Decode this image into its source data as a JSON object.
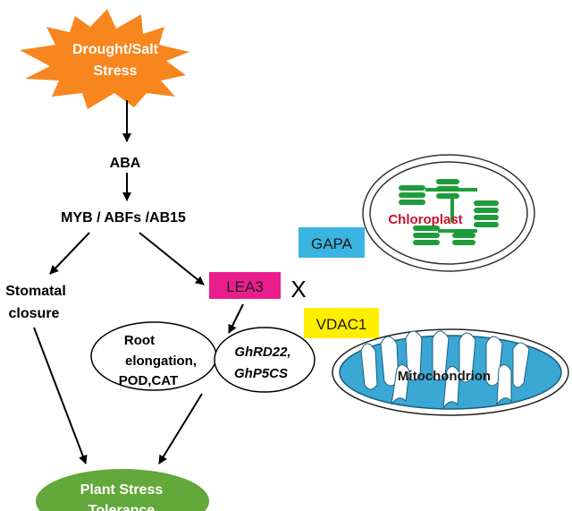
{
  "stress": {
    "line1": "Drought/Salt",
    "line2": "Stress"
  },
  "aba": "ABA",
  "tfs": "MYB / ABFs /AB15",
  "stomatal": {
    "line1": "Stomatal",
    "line2": "closure"
  },
  "lea3": "LEA3",
  "interaction_mark": "X",
  "gapa": "GAPA",
  "vdac1": "VDAC1",
  "chloroplast": "Chloroplast",
  "mitochondrion": "Mitochondrion",
  "root": {
    "line1": "Root",
    "line2": "elongation,",
    "line3": "POD,CAT"
  },
  "genes": {
    "line1": "GhRD22,",
    "line2": "GhP5CS"
  },
  "tolerance": {
    "line1": "Plant Stress",
    "line2": "Tolerance"
  },
  "colors": {
    "stress_fill": "#f7861f",
    "lea3_fill": "#e91e8c",
    "gapa_fill": "#3ab4e0",
    "vdac1_fill": "#ffee00",
    "thylakoid_green": "#1f9c3a",
    "chloroplast_text": "#c8102e",
    "mito_blue": "#3aa7d4",
    "tolerance_fill": "#63a83a"
  }
}
